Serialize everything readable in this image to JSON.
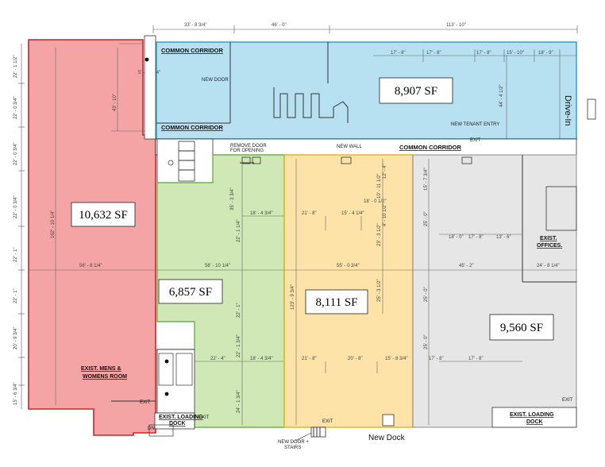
{
  "colors": {
    "red_suite": "#f4a4a4",
    "green_suite": "#cfe8b5",
    "yellow_suite": "#fde3a8",
    "gray_suite": "#e6e6e6",
    "blue_suite": "#b7e1f1",
    "red_outline": "#d6202a",
    "green_outline": "#6db34a",
    "yellow_outline": "#e0b020",
    "blue_outline": "#3aa6cf"
  },
  "suites": {
    "red": "10,632 SF",
    "green": "6,857 SF",
    "yellow": "8,111 SF",
    "gray": "9,560 SF",
    "blue": "8,907 SF"
  },
  "labels": {
    "common_corridor_1": "COMMON CORRIDOR",
    "common_corridor_2": "COMMON CORRIDOR",
    "common_corridor_3": "COMMON CORRIDOR",
    "new_door": "NEW DOOR",
    "new_tenant_entry": "NEW TENANT ENTRY",
    "new_wall": "NEW WALL",
    "remove_door_1": "REMOVE DOOR",
    "remove_door_2": "FOR OPENING",
    "drive_in": "Drive-In",
    "exist_offices_1": "EXIST.",
    "exist_offices_2": "OFFICES.",
    "mens_1": "EXIST. MENS &",
    "mens_2": "WOMENS ROOM",
    "loading_dock_left_1": "EXIST. LOADING",
    "loading_dock_left_2": "DOCK",
    "loading_dock_right_1": "EXIST. LOADING",
    "loading_dock_right_2": "DOCK",
    "new_dock": "New Dock",
    "new_door_stairs_1": "NEW DOOR +",
    "new_door_stairs_2": "STAIRS",
    "exit_1": "EXIT",
    "exit_2": "EXIT",
    "exit_3": "EXIT",
    "exit_4": "EXIT",
    "exit_5": "EXIT",
    "dn": "DN"
  },
  "dimensions": {
    "top_1": "33' - 8 3/4\"",
    "top_2": "46' - 0\"",
    "top_3": "113' - 10\"",
    "blue_1": "17' - 8\"",
    "blue_2": "17' - 8\"",
    "blue_3": "17' - 8\"",
    "blue_4": "15' - 10\"",
    "blue_5": "18' - 9\"",
    "blue_height": "44' - 4 1/2\"",
    "corridor_width": "5' - 11 1/4\"",
    "red_upper": "43' - 10\"",
    "red_long": "162' - 10 1/4\"",
    "red_width": "56' - 8 1/4\"",
    "left_1": "22' - 1 1/2\"",
    "left_2": "22' - 0 3/4\"",
    "left_3": "22' - 0 3/4\"",
    "left_4": "22' - 0 3/4\"",
    "left_5": "22' - 1\"",
    "left_6": "22' - 1\"",
    "left_7": "20' - 9 3/4\"",
    "left_8": "15' - 6 3/4\"",
    "green_top": "35' - 3 3/4\"",
    "green_right_1": "22' - 1 1/4\"",
    "green_mid": "18' - 4 3/4\"",
    "green_width": "56' - 10 1/4\"",
    "green_v2": "22' - 1\"",
    "green_v3": "22' - 1 3/4\"",
    "green_lower_1": "22' - 4\"",
    "green_lower_2": "18' - 4 3/4\"",
    "green_bottom": "24' - 1 3/4\"",
    "yellow_1": "18' - 0 1/2\"",
    "yellow_2": "21' - 8\"",
    "yellow_3": "15' - 4 1/4\"",
    "yellow_width": "55' - 0 3/4\"",
    "yellow_v1": "123' - 9 3/4\"",
    "yellow_v2": "25' - 3 1/2\"",
    "yellow_v3": "23' - 3 1/2\"",
    "yellow_v4": "10' - 11 1/2\"",
    "yellow_v5": "12' - 4\"",
    "yellow_v6": "4' - 10 1/2\"",
    "yellow_lower_1": "21' - 8\"",
    "yellow_lower_2": "20' - 8\"",
    "yellow_lower_3": "15' - 8 3/4\"",
    "gray_1": "15' - 7 3/4\"",
    "gray_2": "18' - 0\"",
    "gray_3": "17' - 8\"",
    "gray_4": "13' - 6\"",
    "gray_width": "45' - 2\"",
    "gray_5": "24' - 8 1/4\"",
    "gray_v1": "25' - 0\"",
    "gray_v2": "25' - 0\"",
    "gray_v3": "25' - 0\"",
    "gray_lower_1": "17' - 8\"",
    "gray_lower_2": "17' - 8\""
  }
}
